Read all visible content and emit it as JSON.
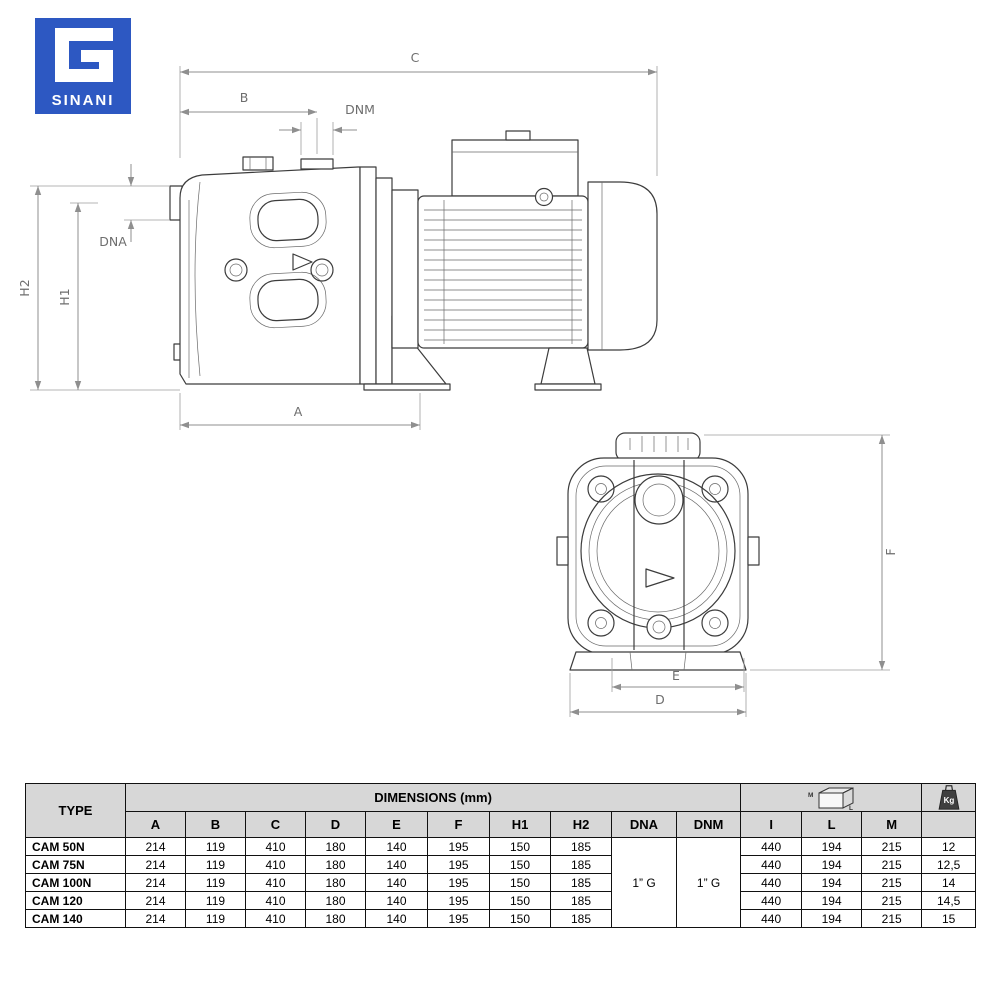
{
  "logo": {
    "brand": "SINANI"
  },
  "drawing": {
    "side": {
      "c": "C",
      "b": "B",
      "dnm": "DNM",
      "dna": "DNA",
      "h2": "H2",
      "h1": "H1",
      "a": "A"
    },
    "front": {
      "f": "F",
      "e": "E",
      "d": "D"
    }
  },
  "table": {
    "headers": {
      "type": "TYPE",
      "dimensions": "DIMENSIONS (mm)",
      "cols": [
        "A",
        "B",
        "C",
        "D",
        "E",
        "F",
        "H1",
        "H2",
        "DNA",
        "DNM"
      ],
      "pack_cols": [
        "I",
        "L",
        "M"
      ],
      "pack_icon_labels": {
        "m": "M",
        "l": "L"
      },
      "kg": "Kg"
    },
    "dna_value": "1” G",
    "dnm_value": "1” G",
    "rows": [
      {
        "type": "CAM 50N",
        "a": "214",
        "b": "119",
        "c": "410",
        "d": "180",
        "e": "140",
        "f": "195",
        "h1": "150",
        "h2": "185",
        "i": "440",
        "l": "194",
        "m": "215",
        "kg": "12"
      },
      {
        "type": "CAM 75N",
        "a": "214",
        "b": "119",
        "c": "410",
        "d": "180",
        "e": "140",
        "f": "195",
        "h1": "150",
        "h2": "185",
        "i": "440",
        "l": "194",
        "m": "215",
        "kg": "12,5"
      },
      {
        "type": "CAM 100N",
        "a": "214",
        "b": "119",
        "c": "410",
        "d": "180",
        "e": "140",
        "f": "195",
        "h1": "150",
        "h2": "185",
        "i": "440",
        "l": "194",
        "m": "215",
        "kg": "14"
      },
      {
        "type": "CAM 120",
        "a": "214",
        "b": "119",
        "c": "410",
        "d": "180",
        "e": "140",
        "f": "195",
        "h1": "150",
        "h2": "185",
        "i": "440",
        "l": "194",
        "m": "215",
        "kg": "14,5"
      },
      {
        "type": "CAM 140",
        "a": "214",
        "b": "119",
        "c": "410",
        "d": "180",
        "e": "140",
        "f": "195",
        "h1": "150",
        "h2": "185",
        "i": "440",
        "l": "194",
        "m": "215",
        "kg": "15"
      }
    ]
  }
}
